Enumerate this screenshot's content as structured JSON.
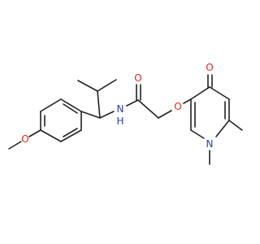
{
  "molecule": {
    "colors": {
      "bond": "#222222",
      "O": "#e5261f",
      "N": "#2b3ea8",
      "background": "#ffffff"
    },
    "atoms": [
      {
        "id": "O_methoxy",
        "label": "O",
        "element": "O"
      },
      {
        "id": "N_amide",
        "label": "N",
        "element": "N"
      },
      {
        "id": "H_amide",
        "label": "H",
        "element": "N"
      },
      {
        "id": "O_carbonyl",
        "label": "O",
        "element": "O"
      },
      {
        "id": "O_ether",
        "label": "O",
        "element": "O"
      },
      {
        "id": "O_keto",
        "label": "O",
        "element": "O"
      },
      {
        "id": "N_ring",
        "label": "N",
        "element": "N"
      }
    ]
  }
}
